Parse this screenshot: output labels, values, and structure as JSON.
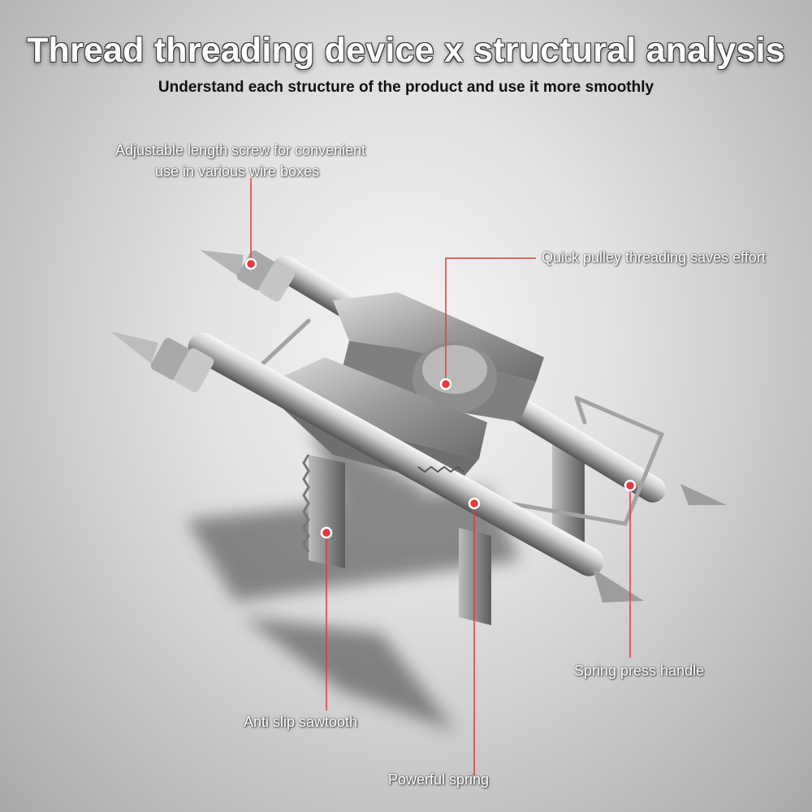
{
  "title": "Thread threading device x structural analysis",
  "subtitle": "Understand each structure of the product and use it more smoothly",
  "callouts": {
    "screw_line1": "Adjustable length screw for convenient",
    "screw_line2": "use in various wire boxes",
    "pulley": "Quick pulley threading saves effort",
    "handle": "Spring press handle",
    "sawtooth": "Anti slip sawtooth",
    "spring": "Powerful spring"
  },
  "colors": {
    "accent_line": "#e8373d",
    "marker_dot": "#e8373d"
  }
}
